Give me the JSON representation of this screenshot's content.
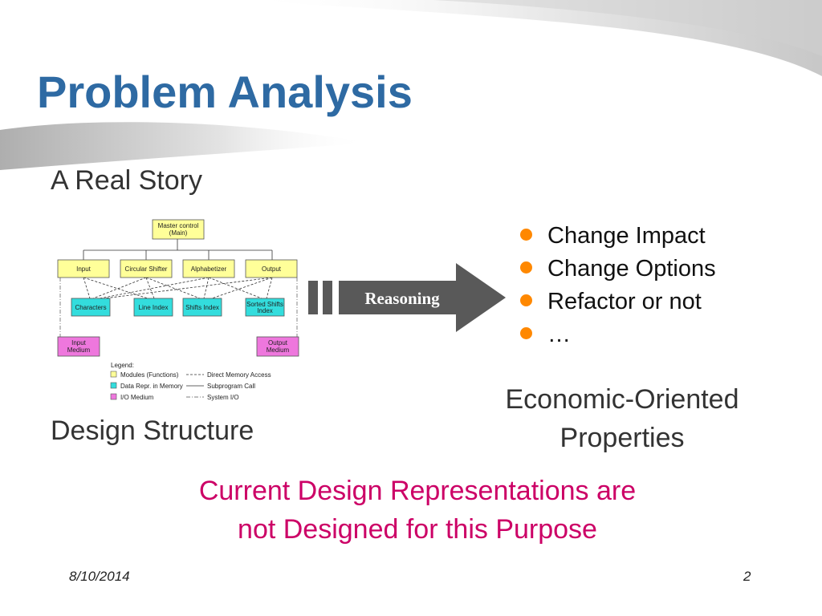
{
  "slide": {
    "title": "Problem Analysis",
    "subtitle": "A Real Story",
    "left_caption": "Design Structure",
    "right_caption_line1": "Economic-Oriented",
    "right_caption_line2": "Properties",
    "arrow_label": "Reasoning",
    "bullets": [
      "Change Impact",
      "Change Options",
      "Refactor or not",
      "…"
    ],
    "conclusion_line1": "Current Design Representations are",
    "conclusion_line2": "not Designed for this Purpose",
    "date": "8/10/2014",
    "page_number": "2"
  },
  "diagram": {
    "master": [
      "Master control",
      "(Main)"
    ],
    "modules": [
      "Input",
      "Circular Shifter",
      "Alphabetizer",
      "Output"
    ],
    "data": [
      "Characters",
      "Line Index",
      "Shifts Index"
    ],
    "sorted_index": [
      "Sorted Shifts",
      "Index"
    ],
    "input_medium": [
      "Input",
      "Medium"
    ],
    "output_medium": [
      "Output",
      "Medium"
    ],
    "legend_title": "Legend:",
    "legend_items": [
      "Modules (Functions)",
      "Data Repr. in Memory",
      "I/O Medium"
    ],
    "legend_lines": [
      "Direct Memory Access",
      "Subprogram Call",
      "System I/O"
    ]
  },
  "colors": {
    "title": "#2e6aa3",
    "conclusion": "#cc0066",
    "bullet": "#ff8800",
    "arrow": "#595959",
    "module": "#ffff99",
    "data": "#33dddd",
    "io": "#ee77dd"
  }
}
